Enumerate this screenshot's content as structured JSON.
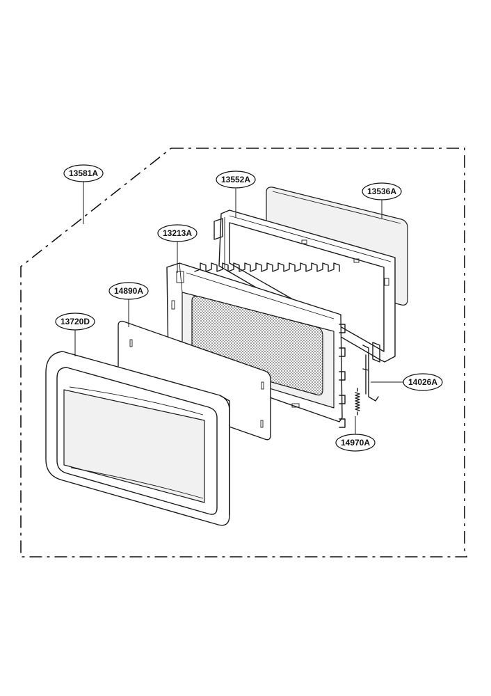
{
  "parts": [
    {
      "id": "p1",
      "label": "13581A"
    },
    {
      "id": "p2",
      "label": "13552A"
    },
    {
      "id": "p3",
      "label": "13536A"
    },
    {
      "id": "p4",
      "label": "13213A"
    },
    {
      "id": "p5",
      "label": "14890A"
    },
    {
      "id": "p6",
      "label": "13720D"
    },
    {
      "id": "p7",
      "label": "14026A"
    },
    {
      "id": "p8",
      "label": "14970A"
    }
  ]
}
